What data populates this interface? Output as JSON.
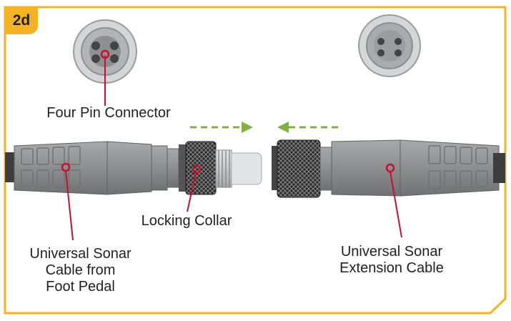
{
  "figure": {
    "step_badge": "2d",
    "labels": {
      "four_pin_connector": "Four Pin Connector",
      "locking_collar": "Locking Collar",
      "cable_from_foot_pedal": [
        "Universal Sonar",
        "Cable from",
        "Foot Pedal"
      ],
      "extension_cable": [
        "Universal Sonar",
        "Extension Cable"
      ]
    }
  },
  "colors": {
    "frame": "#f3b323",
    "callout": "#c8102e",
    "arrow": "#7fb241",
    "connector_body": "#8d8f91",
    "cable": "#3d3d3d"
  },
  "icons": [
    "arrow-right-icon",
    "arrow-left-icon"
  ]
}
